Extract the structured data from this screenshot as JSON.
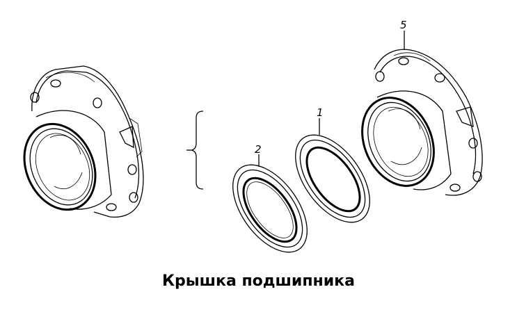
{
  "caption": "Крышка подшипника",
  "callouts": {
    "part_1": "1",
    "part_2": "2",
    "part_5": "5"
  },
  "colors": {
    "line": "#000000",
    "background": "#ffffff"
  }
}
